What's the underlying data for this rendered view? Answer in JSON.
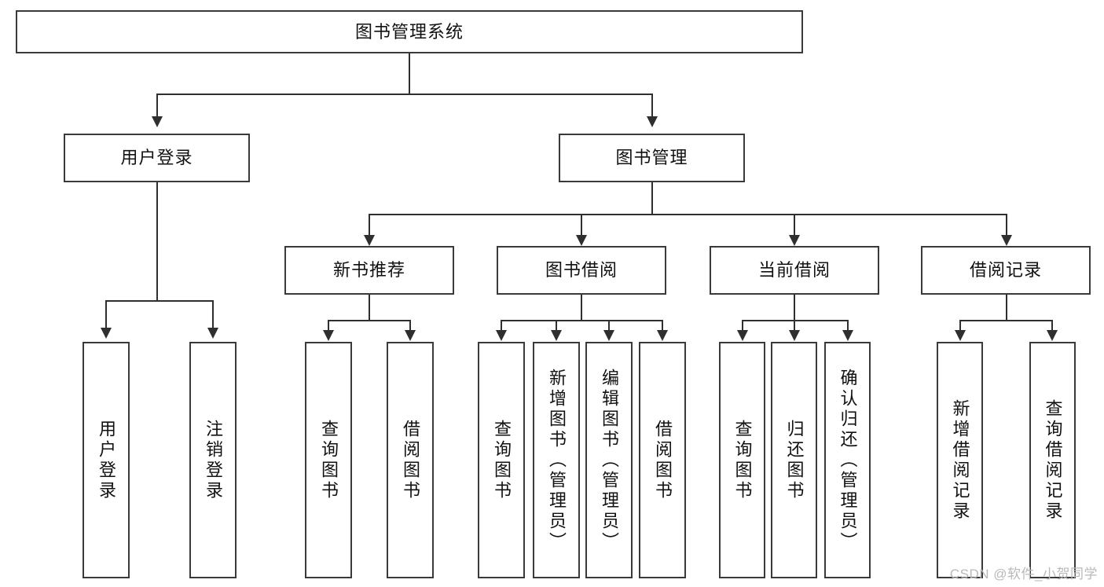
{
  "diagram": {
    "title": "图书管理系统",
    "type": "tree-hierarchy",
    "root": {
      "id": "root",
      "label": "图书管理系统"
    },
    "level2": [
      {
        "id": "user-login",
        "label": "用户登录"
      },
      {
        "id": "book-manage",
        "label": "图书管理"
      }
    ],
    "level3": [
      {
        "id": "new-book-rec",
        "label": "新书推荐",
        "parent": "book-manage"
      },
      {
        "id": "book-borrow",
        "label": "图书借阅",
        "parent": "book-manage"
      },
      {
        "id": "current-borrow",
        "label": "当前借阅",
        "parent": "book-manage"
      },
      {
        "id": "borrow-record",
        "label": "借阅记录",
        "parent": "book-manage"
      }
    ],
    "leaves": [
      {
        "id": "leaf-user-login",
        "label": "用户登录",
        "parent": "user-login"
      },
      {
        "id": "leaf-user-logout",
        "label": "注销登录",
        "parent": "user-login"
      },
      {
        "id": "leaf-query-book-1",
        "label": "查询图书",
        "parent": "new-book-rec"
      },
      {
        "id": "leaf-borrow-book-1",
        "label": "借阅图书",
        "parent": "new-book-rec"
      },
      {
        "id": "leaf-query-book-2",
        "label": "查询图书",
        "parent": "book-borrow"
      },
      {
        "id": "leaf-add-book",
        "label": "新增图书（管理员）",
        "parent": "book-borrow"
      },
      {
        "id": "leaf-edit-book",
        "label": "编辑图书（管理员）",
        "parent": "book-borrow"
      },
      {
        "id": "leaf-borrow-book-2",
        "label": "借阅图书",
        "parent": "book-borrow"
      },
      {
        "id": "leaf-query-book-3",
        "label": "查询图书",
        "parent": "current-borrow"
      },
      {
        "id": "leaf-return-book",
        "label": "归还图书",
        "parent": "current-borrow"
      },
      {
        "id": "leaf-confirm-return",
        "label": "确认归还（管理员）",
        "parent": "current-borrow"
      },
      {
        "id": "leaf-add-record",
        "label": "新增借阅记录",
        "parent": "borrow-record"
      },
      {
        "id": "leaf-query-record",
        "label": "查询借阅记录",
        "parent": "borrow-record"
      }
    ],
    "colors": {
      "box_border": "#3a3a3a",
      "connector": "#2f2f2f",
      "background": "#ffffff",
      "text": "#111111",
      "watermark": "#b9b9b9"
    }
  },
  "watermark": {
    "text": "CSDN @软件_小贺同学"
  }
}
